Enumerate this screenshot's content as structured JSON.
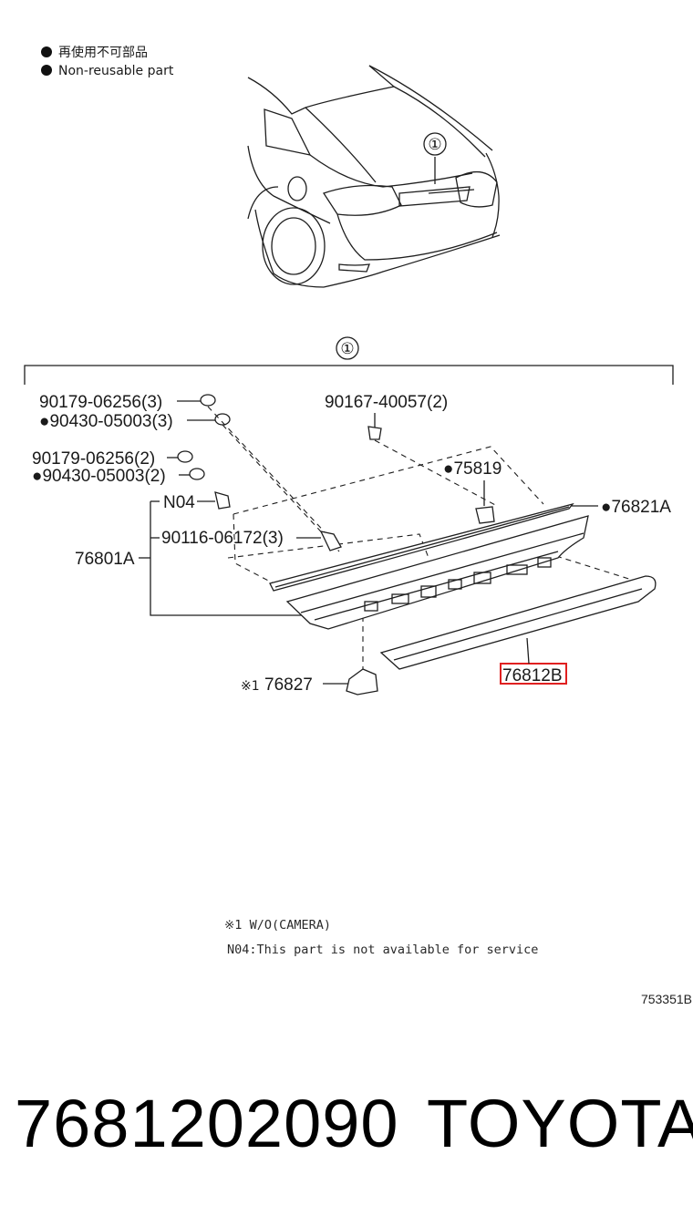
{
  "legend": {
    "bullet_symbol": "●",
    "line_jp": "再使用不可部品",
    "line_en": "Non-reusable part"
  },
  "callout_marker": "①",
  "labels": {
    "p1": "90179-06256(3)",
    "p2": "●90430-05003(3)",
    "p3": "90179-06256(2)",
    "p4": "●90430-05003(2)",
    "p5": "N04",
    "p6": "90116-06172(3)",
    "p7": "76801A",
    "p8": "90167-40057(2)",
    "p9": "●75819",
    "p10": "●76821A",
    "p11": "76812B",
    "p12_mark": "※1",
    "p12": "76827"
  },
  "notes": {
    "note1": "※1 W/O(CAMERA)",
    "note2": "N04:This part is not available for service"
  },
  "illustration_code": "753351B",
  "footer": {
    "part_number": "7681202090",
    "brand": "TOYOTA"
  },
  "colors": {
    "highlight": "#e02020",
    "line": "#1e1e1e"
  }
}
